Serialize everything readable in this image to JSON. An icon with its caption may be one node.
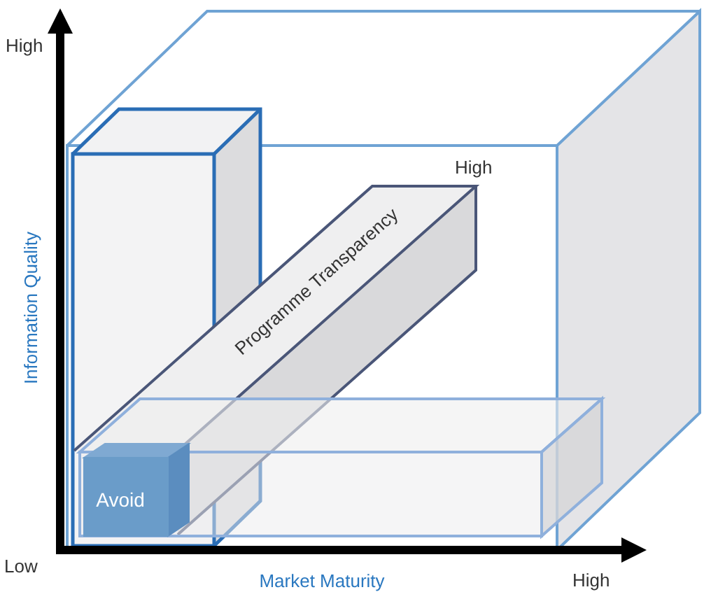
{
  "diagram": {
    "nodes": [
      {
        "text": [
          "Programme Transparency"
        ]
      },
      {
        "text": [
          "Avoid"
        ]
      }
    ],
    "labels": [
      "High",
      "High",
      "Information Quality",
      "Low",
      "Market Maturity",
      "High"
    ]
  }
}
